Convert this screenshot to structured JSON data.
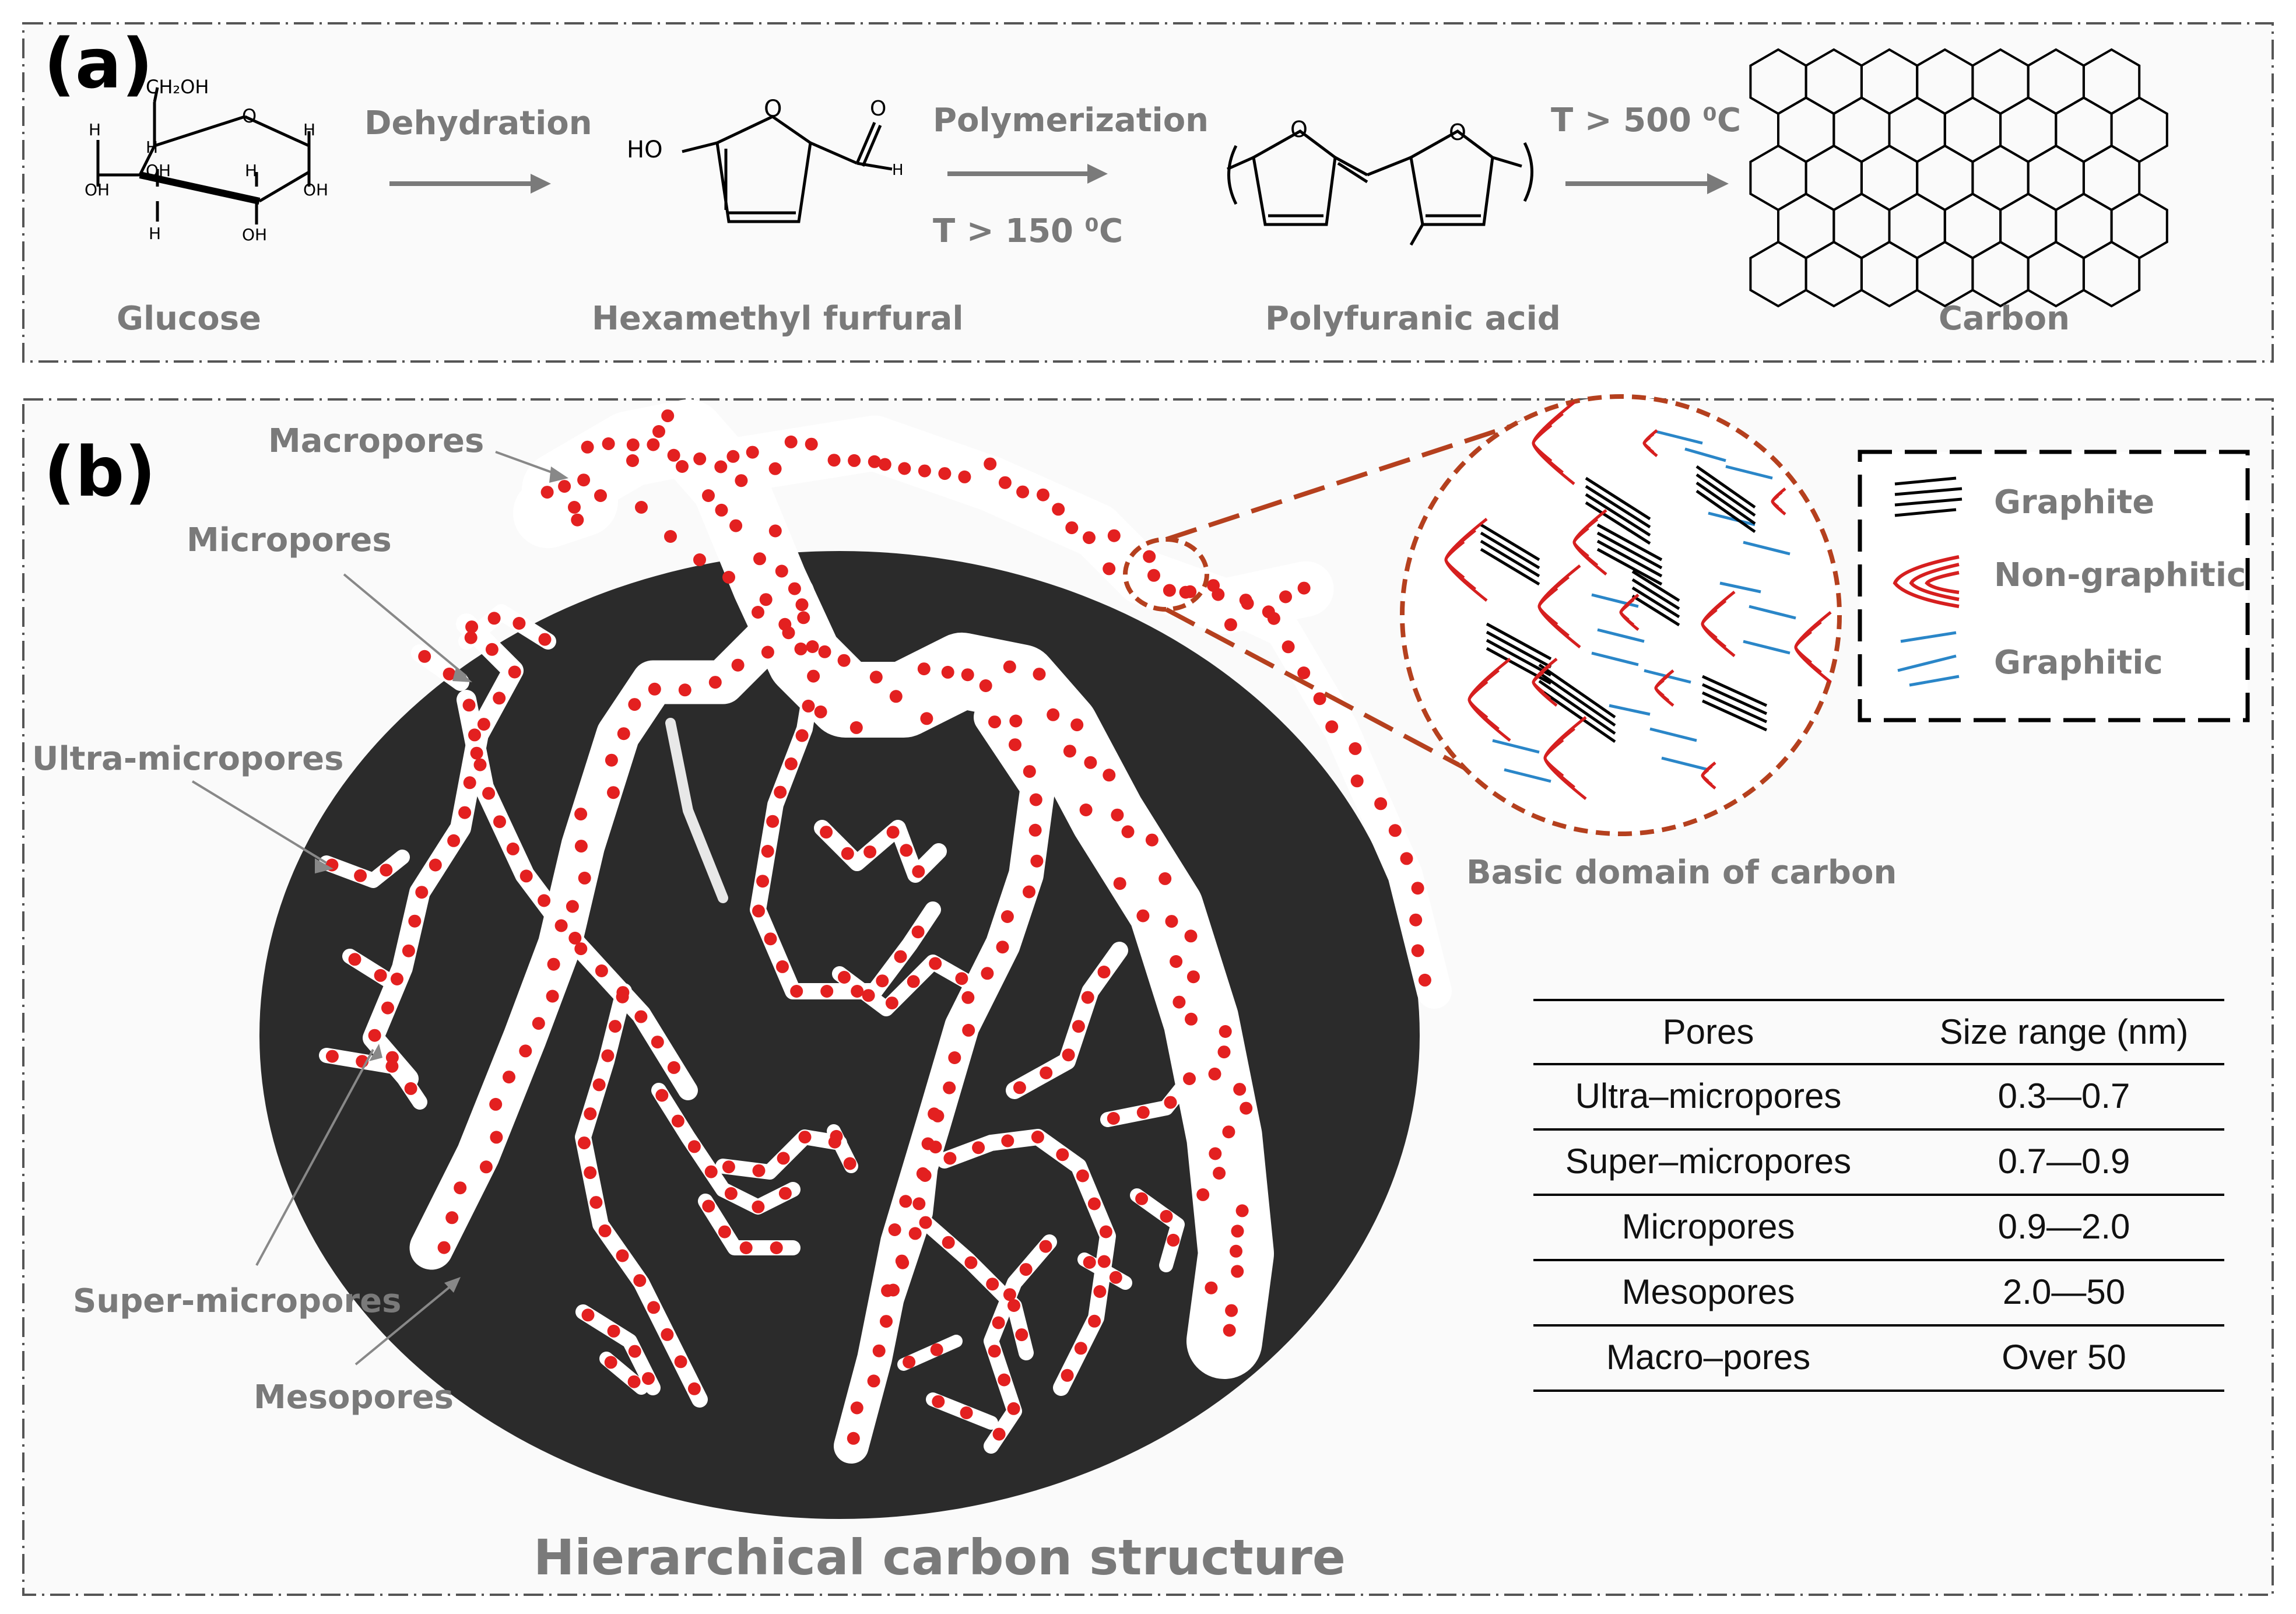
{
  "panel_a": {
    "label": "(a)",
    "compounds": {
      "glucose": "Glucose",
      "hmf": "Hexamethyl furfural",
      "polyfuranic": "Polyfuranic acid",
      "carbon": "Carbon"
    },
    "arrows": {
      "dehydration": "Dehydration",
      "polymerization": "Polymerization",
      "poly_temp": "T > 150 ⁰C",
      "carbon_temp": "T > 500 ⁰C"
    },
    "glucose_atoms": {
      "ch2oh": "CH₂OH",
      "o": "O",
      "h": "H",
      "oh": "OH"
    },
    "hmf_atoms": {
      "ho": "HO",
      "o": "O",
      "h": "H"
    },
    "poly_atoms": {
      "o": "O"
    }
  },
  "panel_b": {
    "label": "(b)",
    "pore_labels": {
      "macropores": "Macropores",
      "micropores": "Micropores",
      "ultra_micropores": "Ultra-micropores",
      "super_micropores": "Super-micropores",
      "mesopores": "Mesopores"
    },
    "caption": "Hierarchical carbon structure",
    "domain_caption": "Basic domain of carbon",
    "legend": {
      "graphite": "Graphite",
      "non_graphitic": "Non-graphitic",
      "graphitic": "Graphitic"
    },
    "colors": {
      "pore_dot": "#e32020",
      "matrix": "#2b2b2b",
      "domain_dash": "#b5401e",
      "graphitic_line": "#2a86c8",
      "non_graphitic": "#d61f1f"
    },
    "table": {
      "headers": [
        "Pores",
        "Size range (nm)"
      ],
      "rows": [
        [
          "Ultra–micropores",
          "0.3—0.7"
        ],
        [
          "Super–micropores",
          "0.7—0.9"
        ],
        [
          "Micropores",
          "0.9—2.0"
        ],
        [
          "Mesopores",
          "2.0—50"
        ],
        [
          "Macro–pores",
          "Over 50"
        ]
      ]
    }
  }
}
